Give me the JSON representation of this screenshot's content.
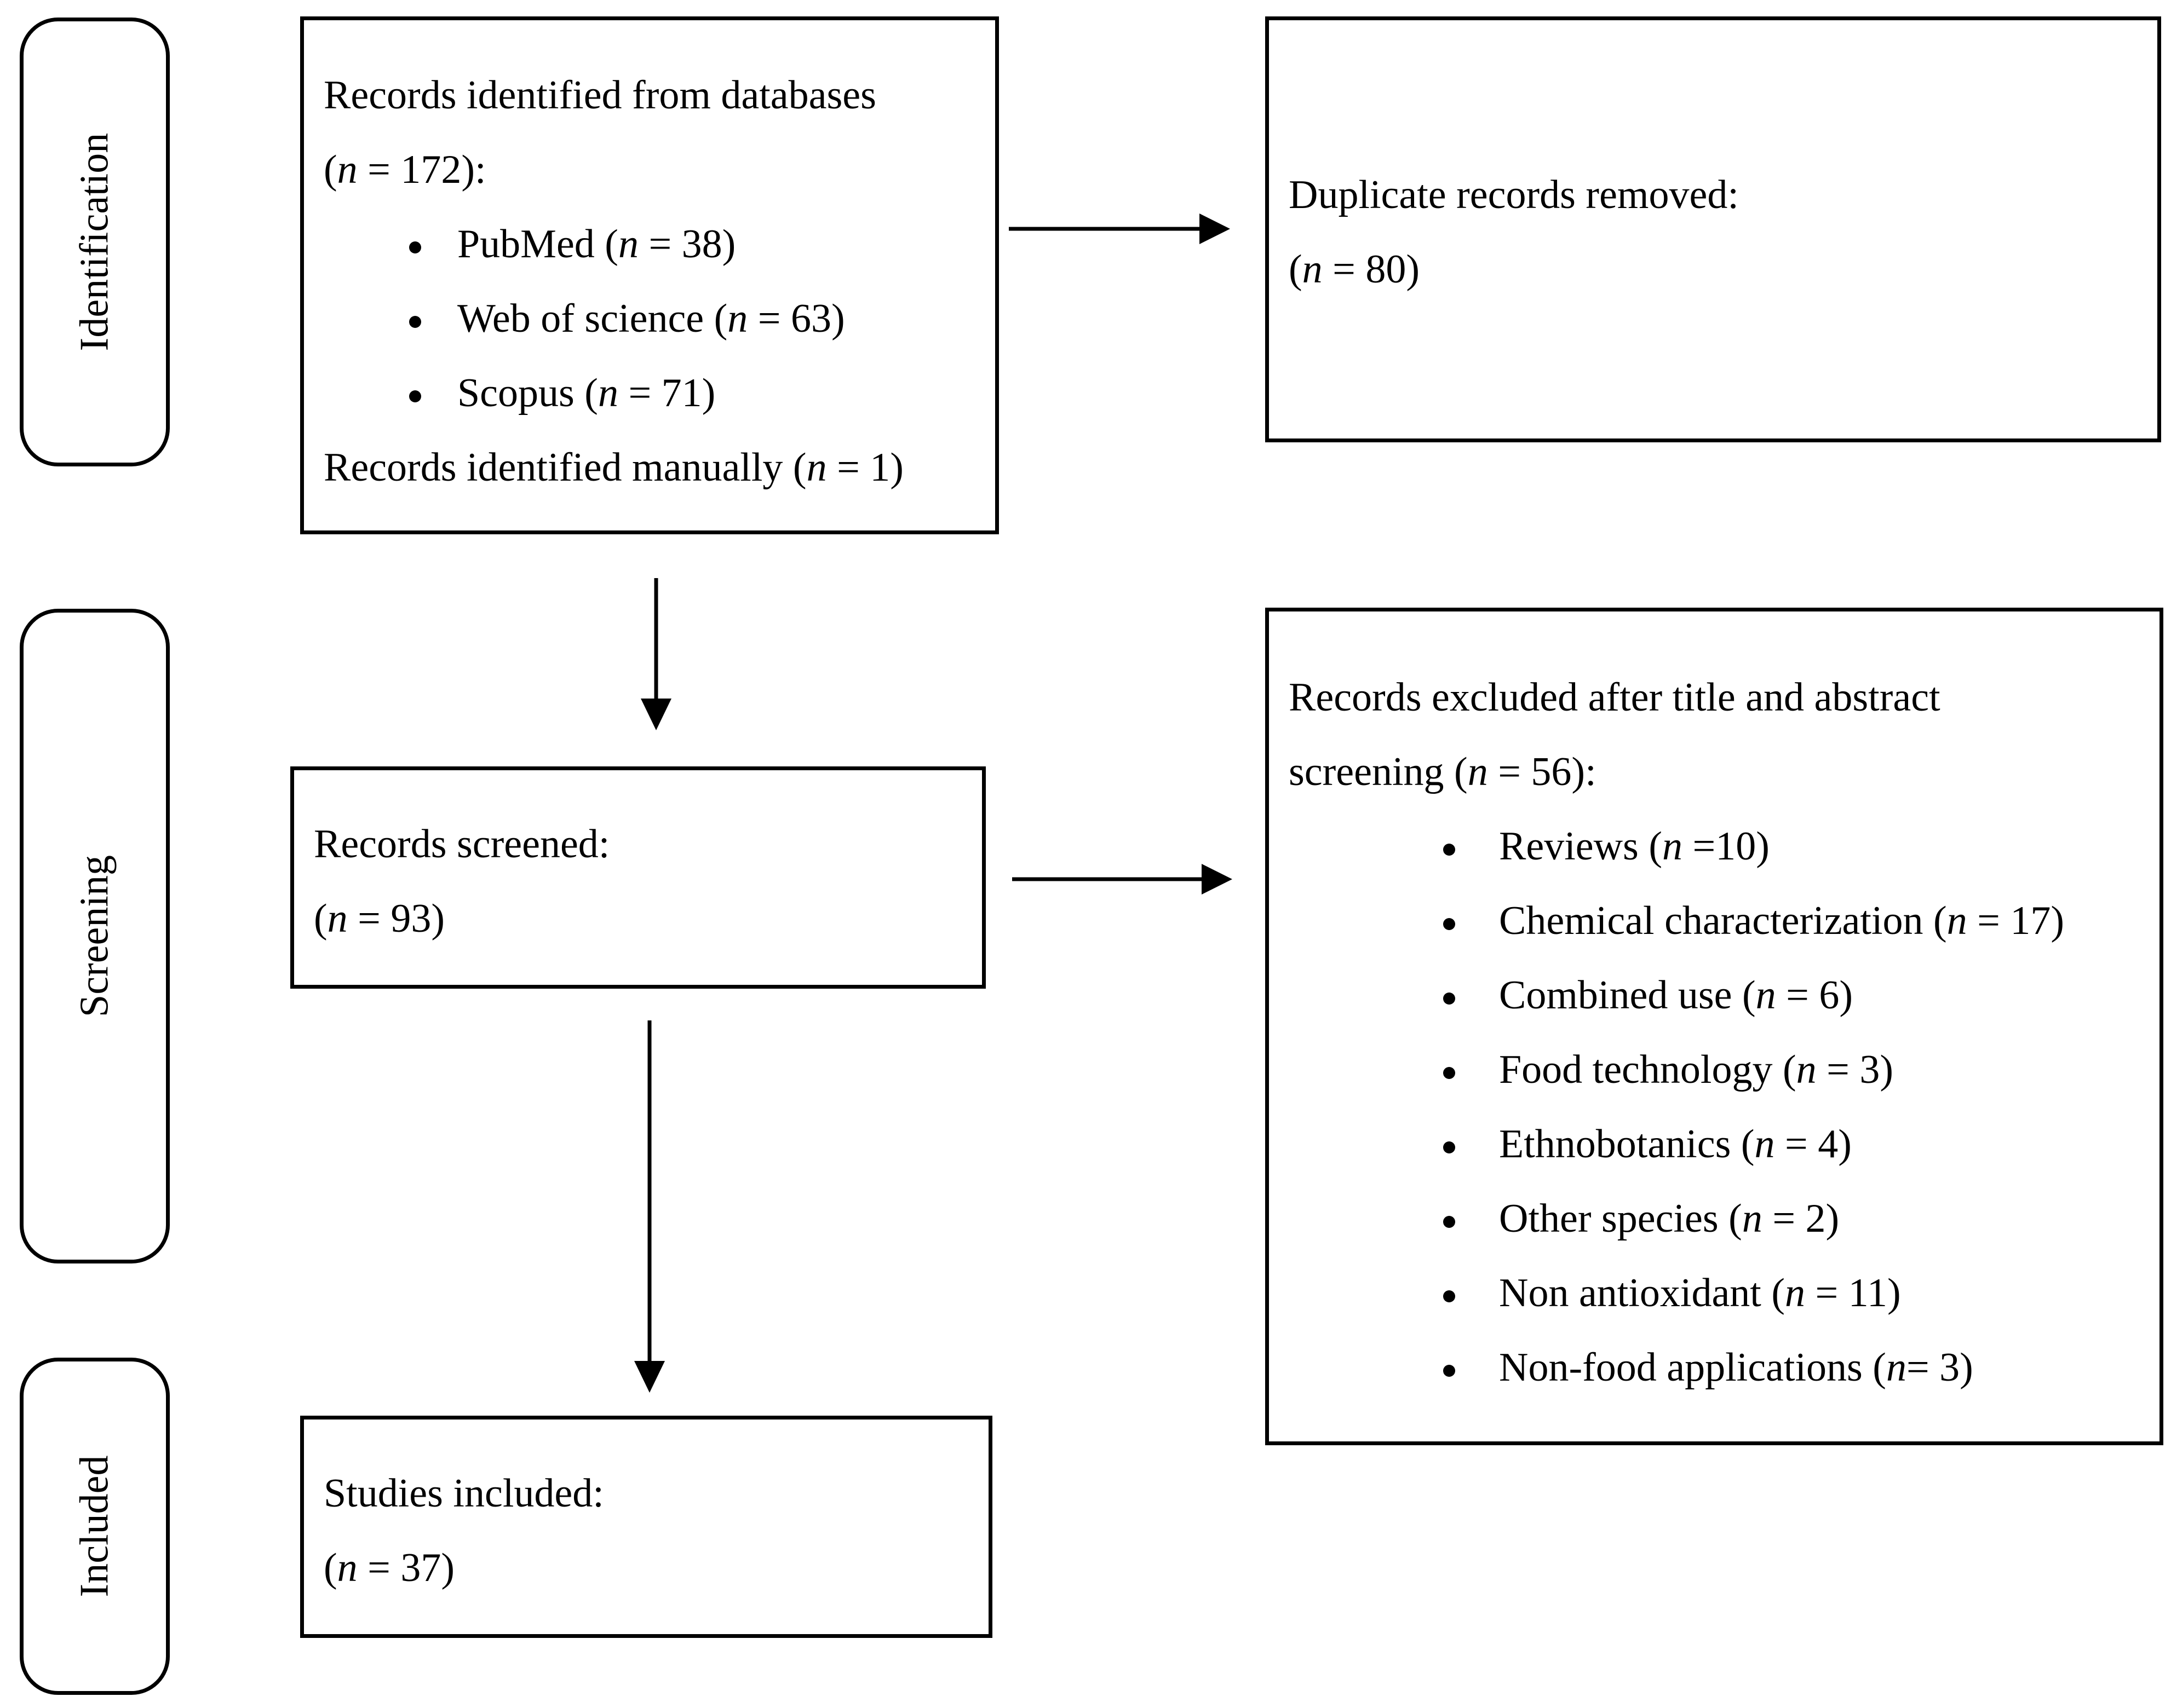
{
  "phases": {
    "identification": "Identification",
    "screening": "Screening",
    "included": "Included"
  },
  "identified": {
    "line1": "Records identified from databases",
    "line2": {
      "pre": "(",
      "n": "n",
      "post": " = 172):"
    },
    "items": [
      {
        "pre": "PubMed (",
        "n": "n",
        "post": " = 38)"
      },
      {
        "pre": "Web of science (",
        "n": "n",
        "post": " = 63)"
      },
      {
        "pre": "Scopus (",
        "n": "n",
        "post": " = 71)"
      }
    ],
    "manual": {
      "pre": "Records identified manually (",
      "n": "n",
      "post": " = 1)"
    }
  },
  "duplicates": {
    "line1": "Duplicate records removed:",
    "line2": {
      "pre": "(",
      "n": "n",
      "post": " = 80)"
    }
  },
  "screened": {
    "line1": "Records screened:",
    "line2": {
      "pre": "(",
      "n": "n",
      "post": " = 93)"
    }
  },
  "excluded": {
    "line1": "Records excluded after title and abstract",
    "line2": {
      "pre": "screening (",
      "n": "n",
      "post": " = 56):"
    },
    "items": [
      {
        "pre": "Reviews (",
        "n": "n",
        "post": " =10)"
      },
      {
        "pre": "Chemical characterization (",
        "n": "n",
        "post": " = 17)"
      },
      {
        "pre": "Combined use (",
        "n": "n",
        "post": " = 6)"
      },
      {
        "pre": "Food technology (",
        "n": "n",
        "post": " = 3)"
      },
      {
        "pre": "Ethnobotanics (",
        "n": "n",
        "post": " = 4)"
      },
      {
        "pre": "Other species (",
        "n": "n",
        "post": " = 2)"
      },
      {
        "pre": "Non antioxidant (",
        "n": "n",
        "post": " = 11)"
      },
      {
        "pre": "Non-food applications (",
        "n": "n",
        "post": "= 3)"
      }
    ]
  },
  "included": {
    "line1": "Studies included:",
    "line2": {
      "pre": "(",
      "n": "n",
      "post": " = 37)"
    }
  }
}
